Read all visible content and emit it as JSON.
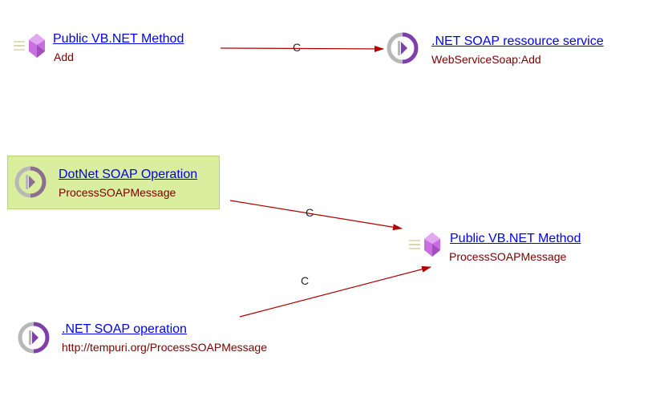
{
  "nodes": [
    {
      "id": "n1",
      "title": " Public VB.NET Method",
      "subtitle": "Add",
      "icon": "vbnet-method-gem-icon"
    },
    {
      "id": "n2",
      "title": ".NET SOAP ressource service",
      "subtitle": "WebServiceSoap:Add",
      "icon": "soap-service-icon"
    },
    {
      "id": "n3",
      "title": "DotNet SOAP Operation",
      "subtitle": "ProcessSOAPMessage",
      "icon": "soap-operation-icon",
      "highlighted": true
    },
    {
      "id": "n4",
      "title": " Public VB.NET Method",
      "subtitle": "ProcessSOAPMessage",
      "icon": "vbnet-method-gem-icon"
    },
    {
      "id": "n5",
      "title": ".NET SOAP operation",
      "subtitle": "http://tempuri.org/ProcessSOAPMessage",
      "icon": "soap-operation-icon"
    }
  ],
  "edges": [
    {
      "from": "n1",
      "to": "n2",
      "label": "C"
    },
    {
      "from": "n3",
      "to": "n4",
      "label": "C"
    },
    {
      "from": "n5",
      "to": "n4",
      "label": "C"
    }
  ],
  "colors": {
    "link": "#0000ee",
    "subtitle": "#7a0000",
    "edge": "#b00000",
    "highlight": "#d9ee9f",
    "gem": "#c76fe0",
    "soap_purple": "#7e3fa8",
    "soap_gray": "#b8b8b8"
  }
}
